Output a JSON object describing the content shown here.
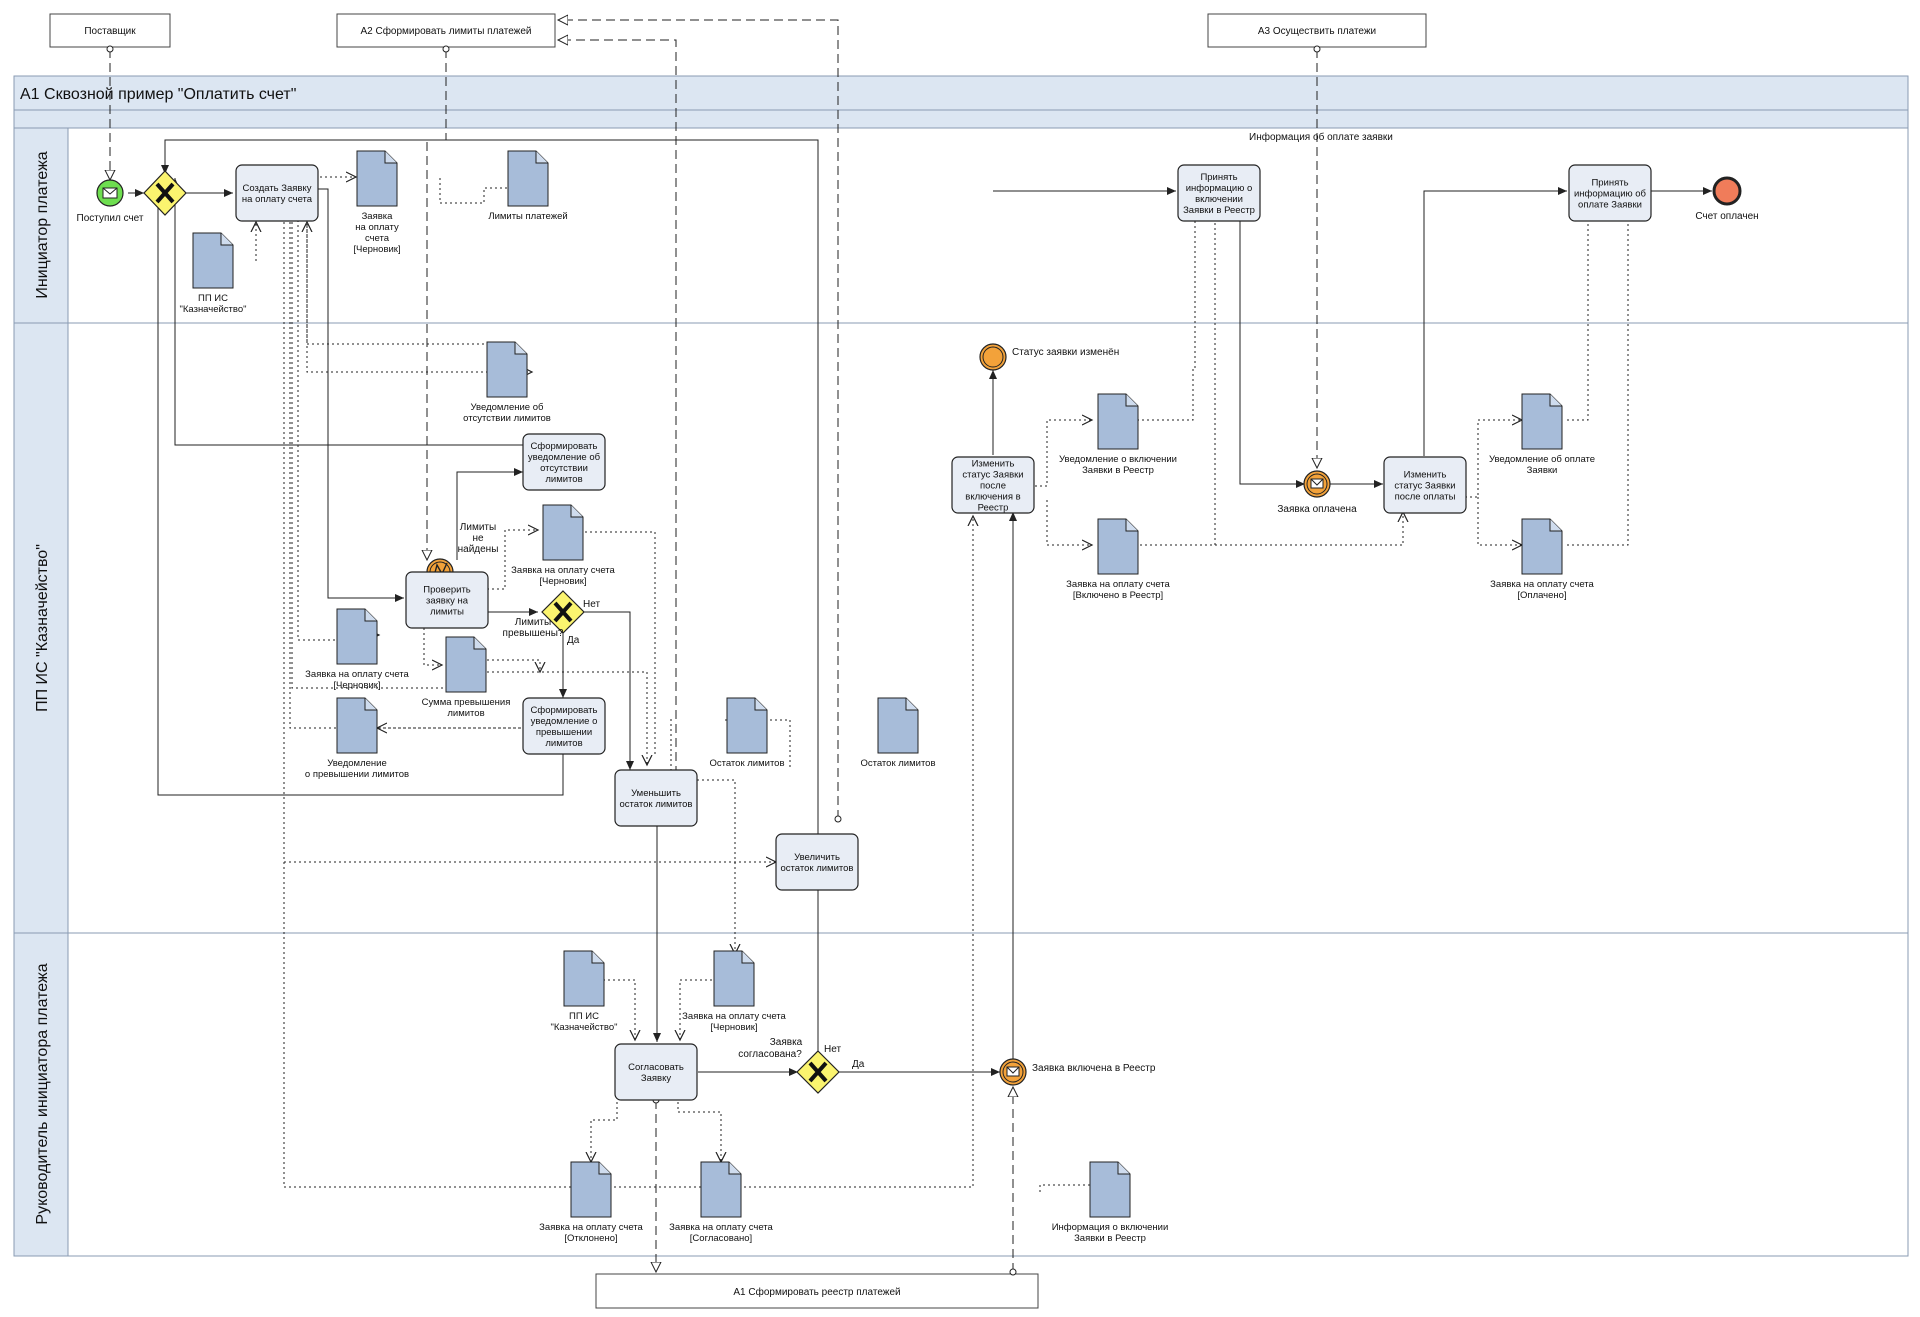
{
  "colors": {
    "lane_header": "#dce6f2",
    "task_fill": "#e8edf5",
    "doc_fill": "#a7bcd9",
    "start_event": "#6ede4f",
    "end_event": "#f07c5a",
    "intermediate": "#f3a23a",
    "gateway": "#fbf46f",
    "line": "#333333"
  },
  "pool": {
    "title": "А1 Сквозной пример \"Оплатить счет\""
  },
  "external": {
    "supplier": "Поставщик",
    "limits": "А2 Сформировать лимиты платежей",
    "payments": "А3 Осуществить платежи",
    "registry": "А1 Сформировать реестр платежей"
  },
  "lanes": {
    "initiator": "Инициатор платежа",
    "treasury": "ПП ИС \"Казначейство\"",
    "manager": "Руководитель инициатора платежа"
  },
  "events": {
    "start": "Поступил счет",
    "end": "Счет оплачен",
    "status_changed": "Статус заявки изменён",
    "paid": "Заявка оплачена",
    "included": "Заявка включена в Реестр",
    "payment_info_flow": "Информация об оплате заявки"
  },
  "tasks": {
    "create": [
      "Создать Заявку",
      "на оплату счета"
    ],
    "accept_inclusion": [
      "Принять",
      "информацию о",
      "включении",
      "Заявки в Реестр"
    ],
    "accept_payment": [
      "Принять",
      "информацию об",
      "оплате Заявки"
    ],
    "form_no_limits": [
      "Сформировать",
      "уведомление об",
      "отсутствии",
      "лимитов"
    ],
    "check": [
      "Проверить",
      "заявку на",
      "лимиты"
    ],
    "form_exceeded": [
      "Сформировать",
      "уведомление о",
      "превышении",
      "лимитов"
    ],
    "reduce": [
      "Уменьшить",
      "остаток лимитов"
    ],
    "increase": [
      "Увеличить",
      "остаток лимитов"
    ],
    "change_after_inclusion": [
      "Изменить",
      "статус Заявки",
      "после",
      "включения в",
      "Реестр"
    ],
    "change_after_payment": [
      "Изменить",
      "статус Заявки",
      "после оплаты"
    ],
    "approve": [
      "Согласовать",
      "Заявку"
    ]
  },
  "docs": {
    "d1": [
      "Заявка",
      "на оплату",
      "счета",
      "[Черновик]"
    ],
    "d2": [
      "Лимиты платежей"
    ],
    "d3": [
      "ПП ИС",
      "\"Казначейство\""
    ],
    "d4": [
      "Уведомление об",
      "отсутствии лимитов"
    ],
    "d5": [
      "Заявка на оплату счета",
      "[Черновик]"
    ],
    "d6": [
      "Заявка на оплату счета",
      "[Черновик]"
    ],
    "d7": [
      "Сумма превышения",
      "лимитов"
    ],
    "d8": [
      "Уведомление",
      "о превышении лимитов"
    ],
    "d9": [
      "Остаток лимитов"
    ],
    "d10": [
      "Остаток лимитов"
    ],
    "d11": [
      "Уведомление о включении",
      "Заявки в Реестр"
    ],
    "d12": [
      "Заявка на оплату счета",
      "[Включено в Реестр]"
    ],
    "d13": [
      "Уведомление об оплате",
      "Заявки"
    ],
    "d14": [
      "Заявка на оплату счета",
      "[Оплачено]"
    ],
    "d15": [
      "ПП ИС",
      "\"Казначейство\""
    ],
    "d16": [
      "Заявка на оплату счета",
      "[Черновик]"
    ],
    "d17": [
      "Заявка на оплату счета",
      "[Отклонено]"
    ],
    "d18": [
      "Заявка на оплату счета",
      "[Согласовано]"
    ],
    "d19": [
      "Информация о включении",
      "Заявки в Реестр"
    ]
  },
  "gateways": {
    "no_limits": [
      "Лимиты",
      "не",
      "найдены"
    ],
    "exceeded": [
      "Лимиты",
      "превышены?"
    ],
    "exceeded_no": "Нет",
    "exceeded_yes": "Да",
    "approved": [
      "Заявка",
      "согласована?"
    ],
    "approved_no": "Нет",
    "approved_yes": "Да"
  }
}
